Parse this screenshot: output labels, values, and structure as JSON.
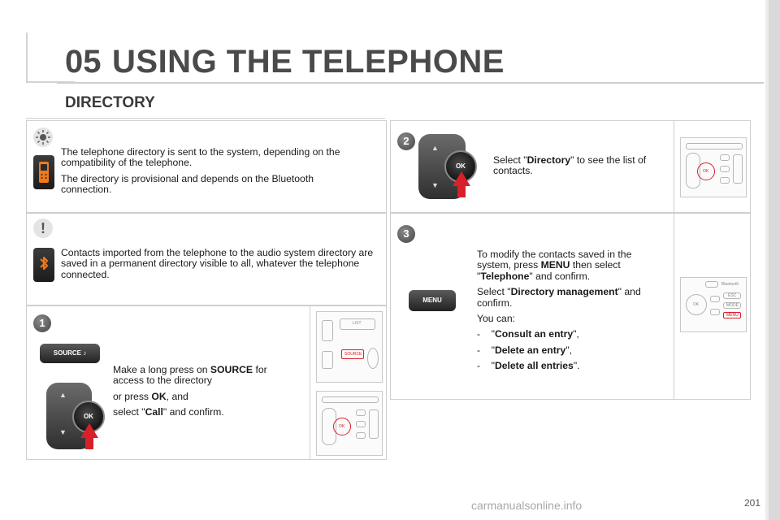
{
  "header": {
    "chapter_number": "05",
    "title": "USING THE TELEPHONE"
  },
  "section": {
    "title": "DIRECTORY"
  },
  "info_panel": {
    "icon": "light-bulb-icon",
    "device_icon": "phone-device-icon",
    "paragraphs": [
      "The telephone directory is sent to the system, depending on the compatibility of the telephone.",
      "The directory is provisional and depends on the Bluetooth connection."
    ]
  },
  "warning_panel": {
    "icon": "exclamation-icon",
    "device_icon": "bluetooth-icon",
    "text": "Contacts imported from the telephone to the audio system directory are saved in a permanent directory visible to all, whatever the telephone connected."
  },
  "step1": {
    "number": "1",
    "source_button_label": "SOURCE",
    "ok_label": "OK",
    "line1_pre": "Make a long press on ",
    "line1_bold": "SOURCE",
    "line1_post": " for access to the directory",
    "line2_pre": "or press ",
    "line2_bold": "OK",
    "line2_post": ", and",
    "line3_pre": "select \"",
    "line3_bold": "Call",
    "line3_post": "\" and confirm."
  },
  "step2": {
    "number": "2",
    "ok_label": "OK",
    "text_pre": "Select \"",
    "text_bold": "Directory",
    "text_post": "\" to see the list of contacts."
  },
  "step3": {
    "number": "3",
    "menu_button_label": "MENU",
    "p1_pre": "To modify the contacts saved in the system, press ",
    "p1_bold1": "MENU",
    "p1_mid": " then select \"",
    "p1_bold2": "Telephone",
    "p1_post": "\" and confirm.",
    "p2_pre": "Select \"",
    "p2_bold": "Directory management",
    "p2_post": "\" and confirm.",
    "p3": "You can:",
    "options": [
      {
        "dash": "-",
        "pre": "\"",
        "bold": "Consult an entry",
        "post": "\","
      },
      {
        "dash": "-",
        "pre": "\"",
        "bold": "Delete an entry",
        "post": "\","
      },
      {
        "dash": "-",
        "pre": "\"",
        "bold": "Delete all entries",
        "post": "\"."
      }
    ]
  },
  "sketch_labels": {
    "list": "LIST",
    "source": "SOURCE",
    "menu": "MENU",
    "esc": "ESC",
    "mode": "MODE",
    "ok": "OK",
    "bluetooth": "Bluetooth"
  },
  "page_number": "201",
  "watermark": "carmanualsonline.info",
  "colors": {
    "accent_red": "#d8202a",
    "badge_gray": "#6a6a6a",
    "bluetooth_orange": "#e8781f",
    "phone_orange": "#f07a1a"
  }
}
